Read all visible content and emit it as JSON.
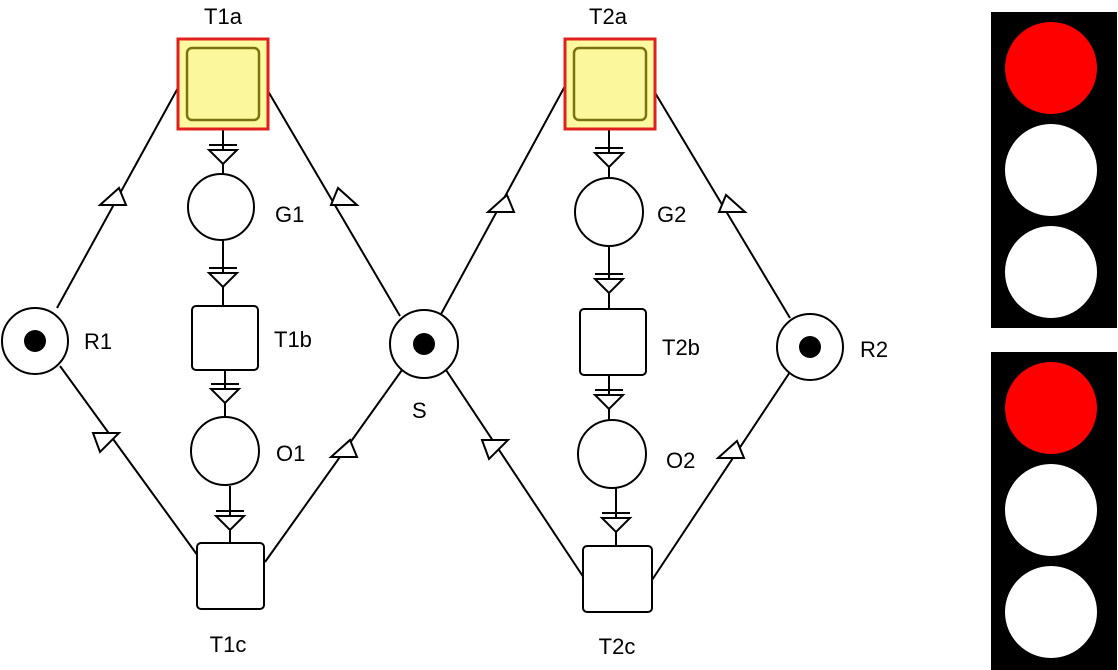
{
  "colors": {
    "active_fill": "#fdfaa0",
    "active_border": "#e0201e",
    "lamp_on": "#ff0000",
    "lamp_off": "#ffffff",
    "housing": "#000000"
  },
  "transitions": {
    "t1a": {
      "label": "T1a",
      "active": true
    },
    "t1b": {
      "label": "T1b",
      "active": false
    },
    "t1c": {
      "label": "T1c",
      "active": false
    },
    "t2a": {
      "label": "T2a",
      "active": true
    },
    "t2b": {
      "label": "T2b",
      "active": false
    },
    "t2c": {
      "label": "T2c",
      "active": false
    }
  },
  "places": {
    "r1": {
      "label": "R1",
      "tokens": 1
    },
    "g1": {
      "label": "G1",
      "tokens": 0
    },
    "o1": {
      "label": "O1",
      "tokens": 0
    },
    "s": {
      "label": "S",
      "tokens": 1
    },
    "g2": {
      "label": "G2",
      "tokens": 0
    },
    "o2": {
      "label": "O2",
      "tokens": 0
    },
    "r2": {
      "label": "R2",
      "tokens": 1
    }
  },
  "traffic_lights": [
    {
      "lamps": [
        "red",
        "off",
        "off"
      ]
    },
    {
      "lamps": [
        "red",
        "off",
        "off"
      ]
    }
  ]
}
